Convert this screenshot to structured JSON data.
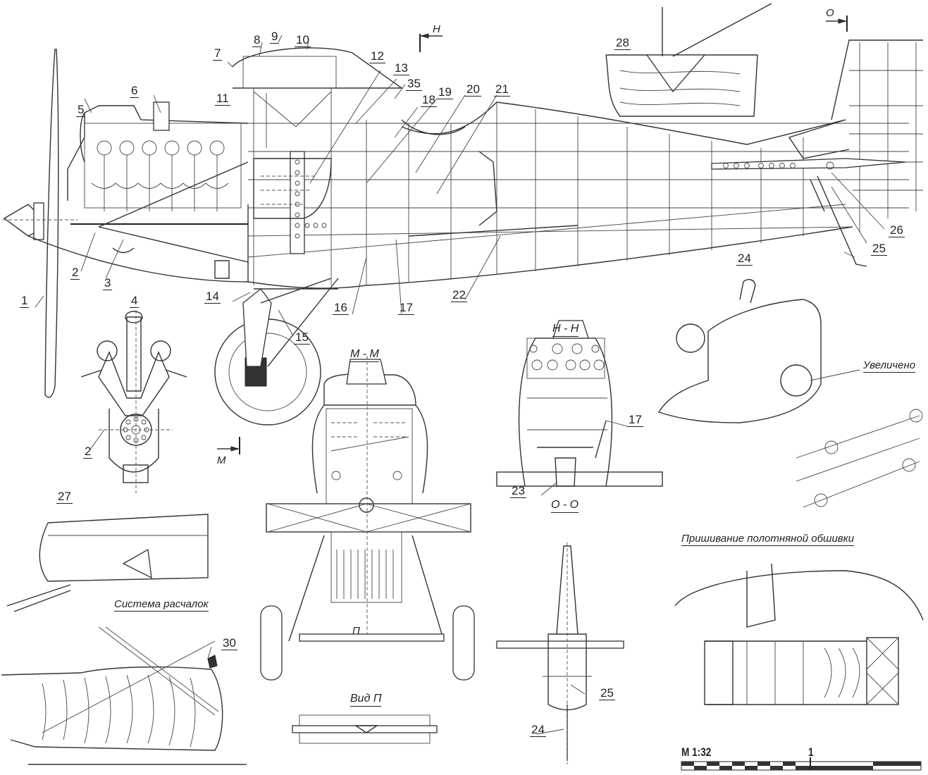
{
  "drawing": {
    "subject": "Aircraft structural drawing (side view with sections and details)",
    "scale_label": "M 1:32",
    "scale_bar_tick_label": "1",
    "callouts": [
      "1",
      "2",
      "3",
      "4",
      "5",
      "6",
      "7",
      "8",
      "9",
      "10",
      "11",
      "12",
      "13",
      "14",
      "15",
      "16",
      "17",
      "18",
      "19",
      "20",
      "21",
      "22",
      "23",
      "24",
      "25",
      "26",
      "27",
      "28",
      "30",
      "35"
    ],
    "extra_callouts": {
      "engine_front_2": "2",
      "cockpit_17": "17",
      "tail_view_24": "24",
      "tail_view_25": "25"
    },
    "section_marks": {
      "h_arrow": "H",
      "o_arrow": "O",
      "m_arrow": "M",
      "p_arrow": "П"
    },
    "section_titles": {
      "mm": "M - M",
      "hh": "H - H",
      "oo": "O - O",
      "view_p": "Вид П"
    },
    "captions": {
      "enlarged": "Увеличено",
      "bracing_system": "Система расчалок",
      "fabric_stitching": "Пришивание полотняной обшивки"
    }
  }
}
